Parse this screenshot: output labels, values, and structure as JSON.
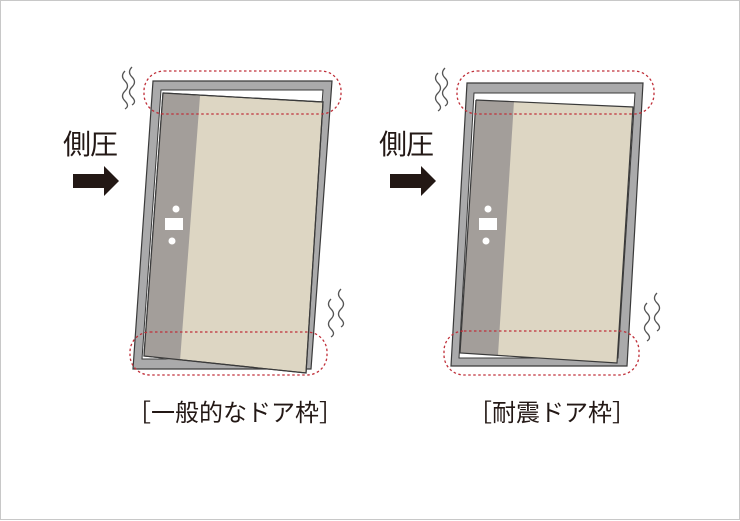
{
  "diagram": {
    "title": "Door frame comparison under lateral pressure",
    "colors": {
      "frame": "#aaaaab",
      "frame_outline": "#3a3a3a",
      "door_panel": "#ddd6c3",
      "door_strip": "#a39e9a",
      "highlight_dash": "#c0303a",
      "arrow": "#231815",
      "wave": "#555555"
    },
    "panels": [
      {
        "id": "general",
        "pressure_label": "側圧",
        "caption": "［一般的なドア枠］",
        "description": "Frame deforms; door jams against frame at top and bottom"
      },
      {
        "id": "seismic",
        "pressure_label": "側圧",
        "caption": "［耐震ドア枠］",
        "description": "Frame deforms but leaves clearance so door can still open"
      }
    ],
    "icons": {
      "arrow": "right-arrow-icon",
      "vibration": "vibration-wave-icon",
      "door_handle": "door-handle-icon"
    }
  }
}
